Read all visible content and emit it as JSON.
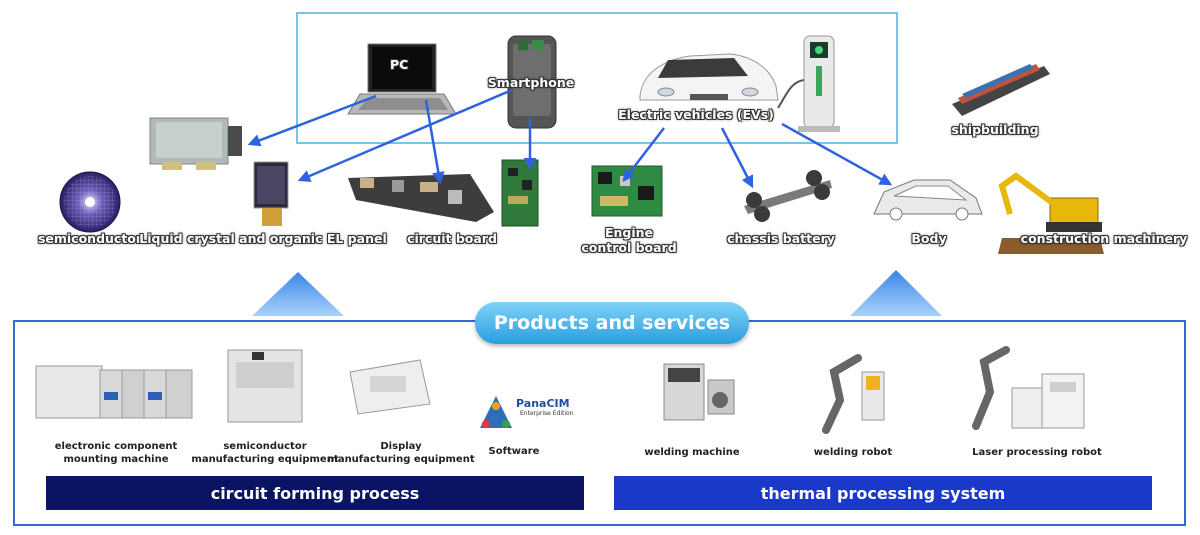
{
  "top_labels": {
    "pc": "PC",
    "smartphone": "Smartphone",
    "ev": "Electric vehicles (EVs)",
    "shipbuilding": "shipbuilding"
  },
  "middle_labels": {
    "semiconductor": "semiconductor",
    "lcd_panel": "Liquid crystal and organic EL panel",
    "circuit_board": "circuit board",
    "engine_line1": "Engine",
    "engine_line2": "control board",
    "chassis_battery": "chassis battery",
    "body": "Body",
    "construction": "construction machinery"
  },
  "center_pill": "Products and services",
  "products": {
    "mounting_line1": "electronic component",
    "mounting_line2": "mounting machine",
    "semi_equip_line1": "semiconductor",
    "semi_equip_line2": "manufacturing equipment",
    "display_line1": "Display",
    "display_line2": "manufacturing equipment",
    "software": "Software",
    "panacim_logo": "PanaCIM",
    "panacim_sub": "Enterprise Edition",
    "welding_machine": "welding machine",
    "welding_robot": "welding robot",
    "laser_robot": "Laser processing robot"
  },
  "bars": {
    "left": "circuit forming process",
    "right": "thermal processing system"
  },
  "colors": {
    "top_box_border": "#74c5ec",
    "bottom_box_border": "#3a66d8",
    "arrow": "#2f62e0",
    "left_bar": "#0b1463",
    "right_bar": "#1b39c9",
    "triangle": "#4a98ec"
  }
}
